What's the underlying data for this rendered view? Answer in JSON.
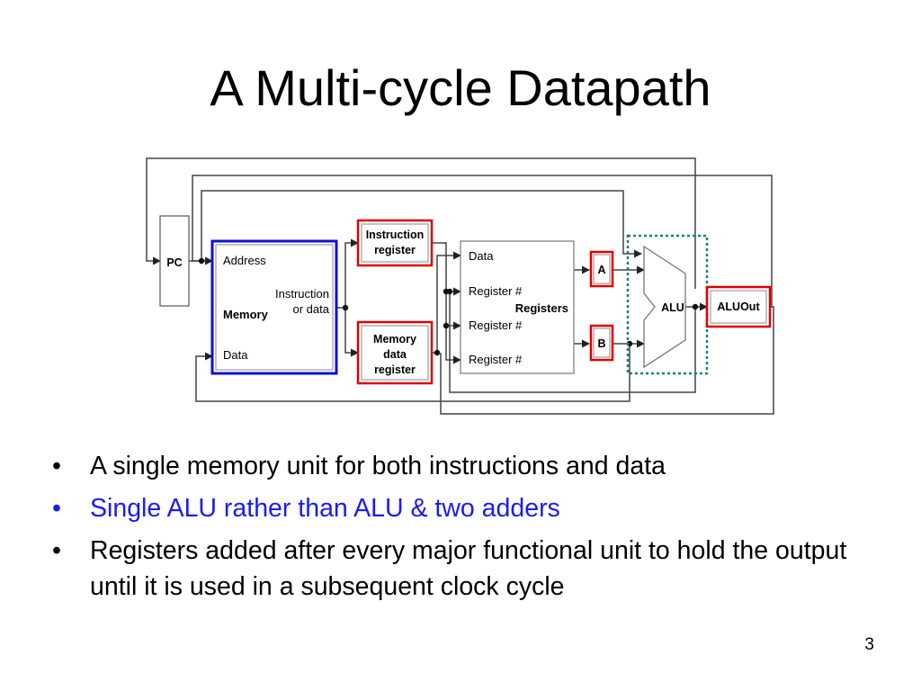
{
  "title": "A Multi-cycle Datapath",
  "diagram": {
    "pc": "PC",
    "memory": {
      "address": "Address",
      "name": "Memory",
      "instruction_or_data_1": "Instruction",
      "instruction_or_data_2": "or data",
      "data": "Data"
    },
    "instruction_register": {
      "line1": "Instruction",
      "line2": "register"
    },
    "memory_data_register": {
      "line1": "Memory",
      "line2": "data",
      "line3": "register"
    },
    "register_file": {
      "data": "Data",
      "reg1": "Register #",
      "name": "Registers",
      "reg2": "Register #",
      "reg3": "Register #"
    },
    "a": "A",
    "b": "B",
    "alu": "ALU",
    "aluout": "ALUOut",
    "colors": {
      "highlight_red": "#e00000",
      "memory_blue": "#1010d0",
      "alu_teal": "#1a7f7f"
    }
  },
  "bullets": [
    {
      "text": "A single memory unit for both instructions and data",
      "color": "black"
    },
    {
      "text": "Single ALU rather than ALU & two adders",
      "color": "blue"
    },
    {
      "text": "Registers added after every major functional unit to hold the output until it is used in a subsequent clock cycle",
      "color": "black"
    }
  ],
  "bullet_symbol": "•",
  "slide_number": "3"
}
